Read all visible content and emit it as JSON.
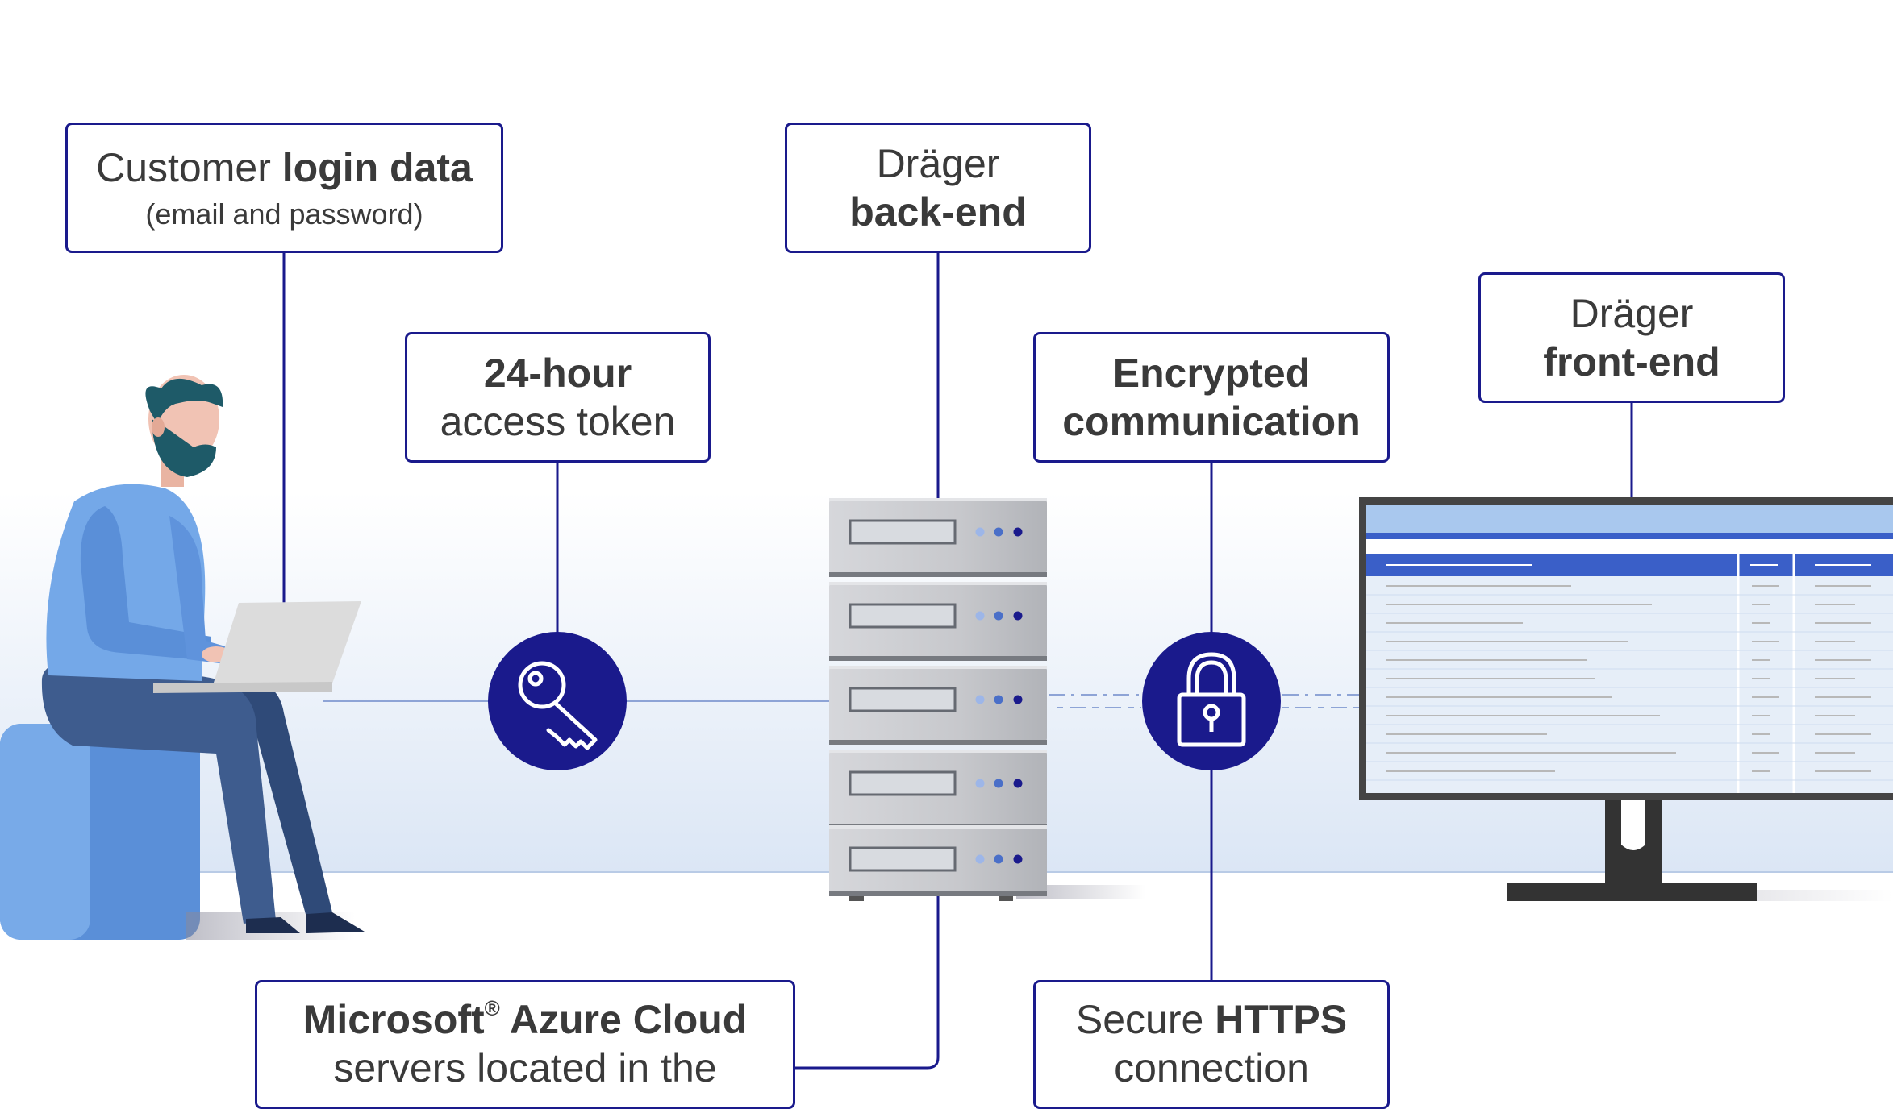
{
  "colors": {
    "box_border": "#1a1a8c",
    "circle_fill": "#1a1a8c",
    "text": "#3a3a3a",
    "person_shirt": "#74a8e8",
    "person_pants": "#3e5c8e",
    "seat": "#5a8fd8",
    "server_gray": "#c9cace",
    "monitor_frame": "#444444",
    "table_header": "#3a5fc8"
  },
  "icons": [
    "key-icon",
    "padlock-icon"
  ],
  "labels": {
    "customer_login": {
      "prefix": "Customer ",
      "bold": "login data",
      "sub": "(email and password)"
    },
    "backend": {
      "line1": "Dräger",
      "line2": "back-end"
    },
    "access_token": {
      "line1": "24-hour",
      "line2": "access token"
    },
    "encrypted": {
      "line1": "Encrypted",
      "line2": "communication"
    },
    "frontend": {
      "line1": "Dräger",
      "line2": "front-end"
    },
    "azure": {
      "line1_bold": "Microsoft",
      "reg": "®",
      "line1_rest": " Azure Cloud",
      "line2": "servers located in the"
    },
    "https": {
      "prefix": "Secure ",
      "bold": "HTTPS",
      "line2": "connection"
    }
  }
}
